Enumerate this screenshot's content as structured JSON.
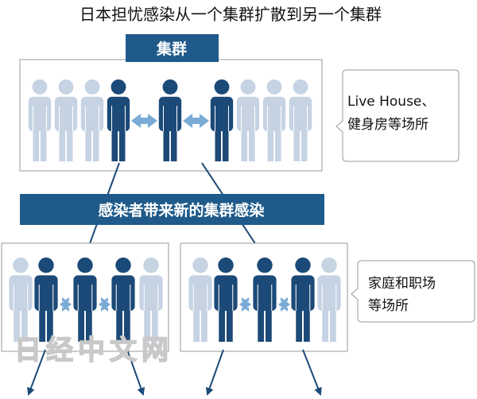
{
  "title": "日本担忧感染从一个集群扩散到另一个集群",
  "cluster_label": "集群",
  "top_callout": {
    "line1": "Live House、",
    "line2": "健身房等场所"
  },
  "banner": "感染者带来新的集群感染",
  "bottom_callout": {
    "line1": "家庭和职场",
    "line2": "等场所"
  },
  "watermark": "日经中文网",
  "groups": {
    "top": [
      "light",
      "light",
      "light",
      "dark",
      "dark",
      "dark",
      "light",
      "light",
      "light"
    ],
    "bottom_left": [
      "light",
      "dark",
      "dark",
      "dark",
      "light"
    ],
    "bottom_right": [
      "light",
      "dark",
      "dark",
      "dark",
      "light"
    ]
  },
  "colors": {
    "dark": "#1c4a78",
    "light": "#c5d3e3",
    "banner": "#1f5a8a",
    "arrow_light": "#7aaad6",
    "arrow_dark": "#1c4a78"
  }
}
